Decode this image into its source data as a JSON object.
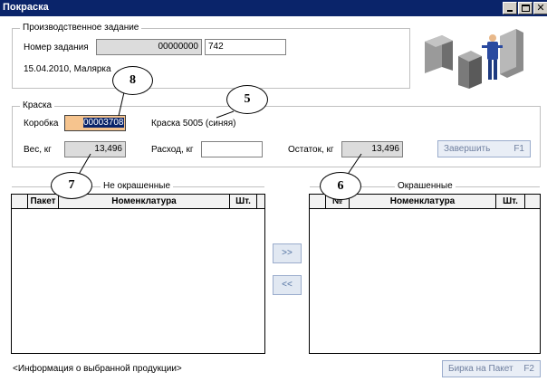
{
  "window": {
    "title": "Покраска"
  },
  "task_group": {
    "legend": "Производственное задание",
    "number_label": "Номер задания",
    "number_value": "00000000",
    "number_suffix": "742",
    "date_line": "15.04.2010, Малярка"
  },
  "paint_group": {
    "legend": "Краска",
    "box_label": "Коробка",
    "box_value": "00003708",
    "paint_name": "Краска 5005 (синяя)",
    "weight_label": "Вес, кг",
    "weight_value": "13,496",
    "consumption_label": "Расход, кг",
    "consumption_value": "",
    "remainder_label": "Остаток, кг",
    "remainder_value": "13,496",
    "finish_button": {
      "label": "Завершить",
      "key": "F1"
    }
  },
  "unpainted": {
    "title": "Не окрашенные",
    "columns": [
      "Пакет",
      "Номенклатура",
      "Шт."
    ]
  },
  "painted": {
    "title": "Окрашенные",
    "columns": [
      "№",
      "Номенклатура",
      "Шт."
    ]
  },
  "move_right_label": ">>",
  "move_left_label": "<<",
  "info_text": "<Информация о выбранной продукции>",
  "tag_button": {
    "label": "Бирка на Пакет",
    "key": "F2"
  },
  "callouts": [
    "8",
    "5",
    "7",
    "6"
  ],
  "icons": [
    "minimize-icon",
    "maximize-icon",
    "close-icon",
    "worker-machine-illustration"
  ],
  "colors": {
    "title_bar": "#0a246a",
    "highlight_field": "#f6c48e",
    "selection": "#0a246a",
    "disabled_text": "#7080a0"
  }
}
